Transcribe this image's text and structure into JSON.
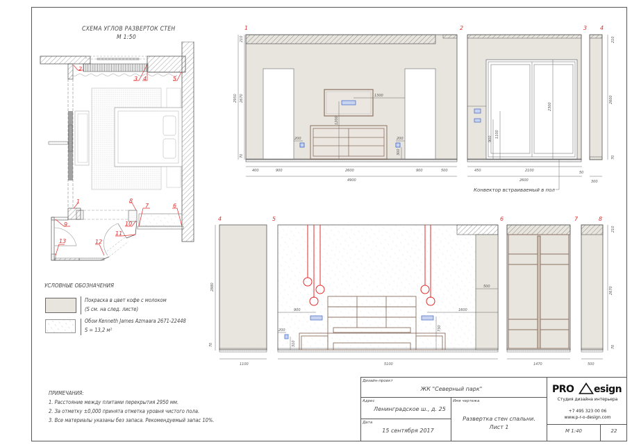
{
  "scheme": {
    "title": "СХЕМА УГЛОВ РАЗВЕРТОК СТЕН",
    "scale": "М 1:50",
    "corner_labels": [
      "1",
      "2",
      "3",
      "4",
      "5",
      "6",
      "7",
      "8",
      "9",
      "10",
      "11",
      "12",
      "13"
    ]
  },
  "legend": {
    "title": "УСЛОВНЫЕ ОБОЗНАЧЕНИЯ",
    "items": [
      {
        "swatch": "paint",
        "line1": "Покраска в цвет кофе с молоком",
        "line2": "(S см. на след. листе)"
      },
      {
        "swatch": "wallpaper",
        "line1": "Обои Kenneth James Azmaara 2671-22448",
        "line2": "S = 13,2 м²"
      }
    ]
  },
  "notes": {
    "title": "ПРИМЕЧАНИЯ:",
    "items": [
      "1. Расстояние между плитами перекрытия 2950 мм.",
      "2. За отметку ±0,000 принята отметка уровня чистого пола.",
      "3. Все материалы указаны без запаса. Рекомендуемый запас 10%."
    ]
  },
  "elevations": {
    "wall_1_2": {
      "start": "1",
      "end": "2",
      "dims_bottom": [
        "400",
        "900",
        "2600",
        "900",
        "500"
      ],
      "total": "4900",
      "dims_left": [
        "2950",
        "2670",
        "70",
        "210"
      ],
      "tv_offset": "1300",
      "tv_height": "1200",
      "socket_left": "200",
      "socket_right": "200",
      "socket_right_h": "300"
    },
    "wall_2_3": {
      "start": "2",
      "end": "3",
      "dims_bottom": [
        "450",
        "2100",
        "50"
      ],
      "total": "2600",
      "window_h": "2300",
      "switch_h1": "900",
      "switch_h2": "1100",
      "convector_note": "Конвектор встраиваемый в пол"
    },
    "wall_3_4": {
      "start": "3",
      "end": "4",
      "width": "300",
      "dims_right": [
        "210",
        "2600",
        "70"
      ]
    },
    "wall_4_5": {
      "start": "4",
      "end": "5",
      "width": "1100",
      "height": "2880",
      "base": "70"
    },
    "wall_5_6": {
      "start": "5",
      "end": "6",
      "width": "5100",
      "left_offset": "900",
      "right_offset": "1600",
      "niche": "500",
      "socket_left": "200",
      "socket_left_h": "310",
      "socket_right_h": "730"
    },
    "wall_6_7": {
      "start": "6",
      "end": "7",
      "width": "1470"
    },
    "wall_7_8": {
      "start": "7",
      "end": "8",
      "width": "500",
      "dims_right": [
        "210",
        "2670",
        "70"
      ]
    }
  },
  "titleblock": {
    "project_label": "Дизайн-проект",
    "project_value": "ЖК \"Северный парк\"",
    "address_label": "Адрес",
    "address_value": "Ленинградское ш., д. 25",
    "drawing_label": "Имя чертежа",
    "drawing_value_1": "Развертка стен спальни.",
    "drawing_value_2": "Лист 1",
    "date_label": "Дата",
    "date_value": "15 сентября 2017",
    "logo_pro": "PRO",
    "logo_esign": "esign",
    "studio": "Студия дизайна интерьера",
    "phone": "+7 495 323 00 06",
    "website": "www.p-r-o-design.com",
    "scale": "М 1:40",
    "sheet_no": "22"
  },
  "colors": {
    "wall_fill": "#e8e4de",
    "furniture": "#8a7060",
    "accent_red": "#e32a2a",
    "socket_blue": "#3c64c8",
    "line": "#555555"
  }
}
